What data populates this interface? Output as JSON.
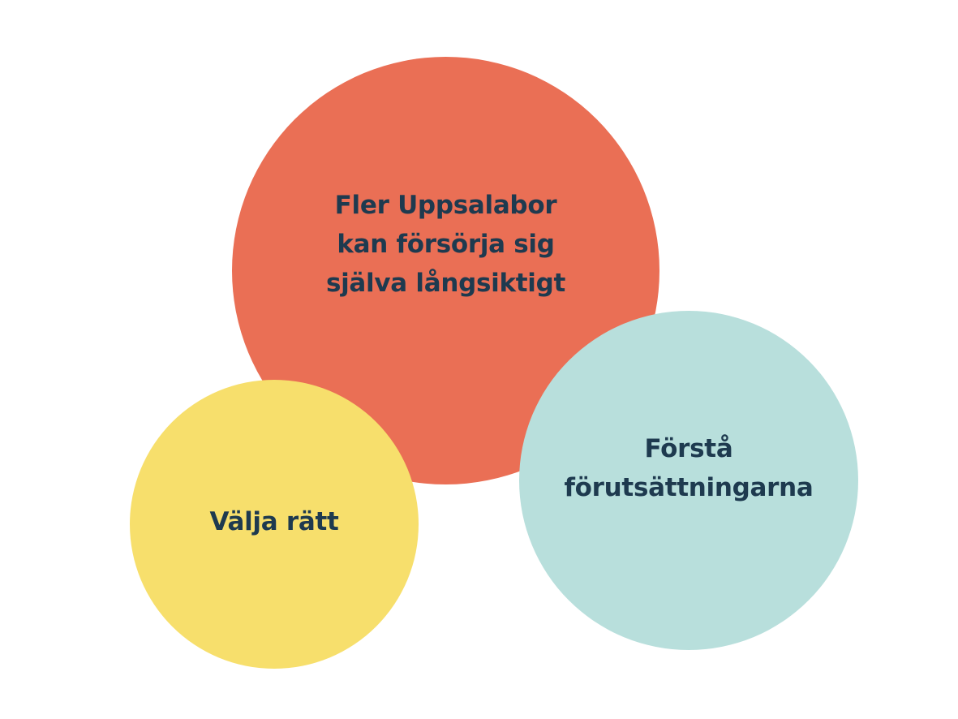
{
  "diagram": {
    "nodes": [
      {
        "id": "goal",
        "lines": [
          "Fler Uppsalabor",
          "kan försörja sig",
          "själva långsiktigt"
        ],
        "color": "#ea6f55"
      },
      {
        "id": "choose",
        "lines": [
          "Välja rätt"
        ],
        "color": "#f7df6c"
      },
      {
        "id": "understand",
        "lines": [
          "Förstå",
          "förutsättningarna"
        ],
        "color": "#b8dfdc"
      }
    ],
    "text_color": "#1e3a4f",
    "background": "#ffffff"
  }
}
